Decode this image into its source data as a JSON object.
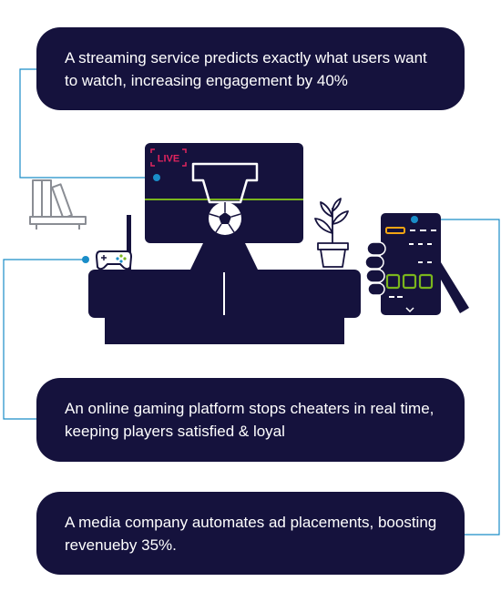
{
  "cards": [
    {
      "text": "A streaming service predicts exactly what users want to watch, increasing engagement by 40%"
    },
    {
      "text": "An online gaming platform stops cheaters in real time, keeping players satisfied & loyal"
    },
    {
      "text": "A media company automates ad placements, boosting revenueby 35%."
    }
  ],
  "tv": {
    "live_badge": "LIVE"
  },
  "colors": {
    "navy": "#15123d",
    "connector": "#1a8dc8",
    "accent_green": "#7ab51d",
    "live_red": "#e0245e",
    "phone_orange": "#f2a413",
    "grey": "#8a8d94"
  },
  "icons": [
    "bookshelf-icon",
    "game-controller-icon",
    "soccer-ball-icon",
    "plant-icon",
    "phone-icon",
    "cabinet-icon"
  ]
}
